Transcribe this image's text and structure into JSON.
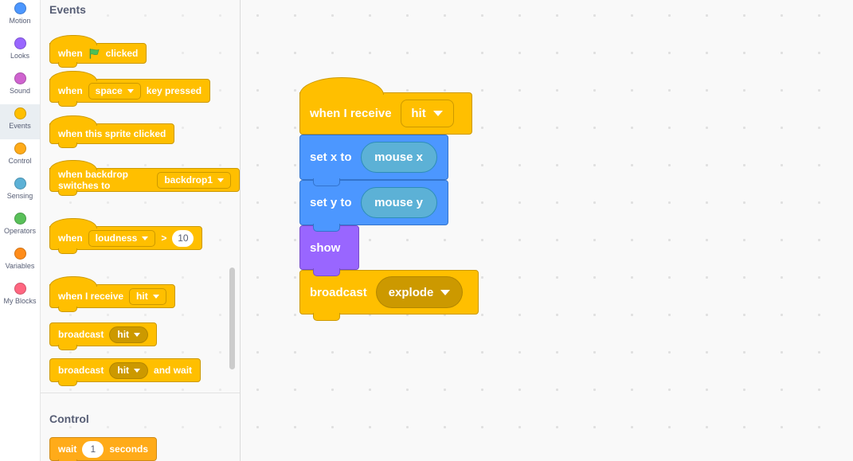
{
  "categories": [
    {
      "label": "Motion",
      "color": "#4C97FF",
      "selected": false
    },
    {
      "label": "Looks",
      "color": "#9966FF",
      "selected": false
    },
    {
      "label": "Sound",
      "color": "#CF63CF",
      "selected": false
    },
    {
      "label": "Events",
      "color": "#FFBF00",
      "selected": true
    },
    {
      "label": "Control",
      "color": "#FFAB19",
      "selected": false
    },
    {
      "label": "Sensing",
      "color": "#5CB1D6",
      "selected": false
    },
    {
      "label": "Operators",
      "color": "#59C059",
      "selected": false
    },
    {
      "label": "Variables",
      "color": "#FF8C1A",
      "selected": false
    },
    {
      "label": "My Blocks",
      "color": "#FF6680",
      "selected": false
    }
  ],
  "palette": {
    "events_header": "Events",
    "control_header": "Control",
    "when_flag": {
      "pre": "when",
      "post": "clicked"
    },
    "key_pressed": {
      "pre": "when",
      "dropdown": "space",
      "post": "key pressed"
    },
    "sprite_clicked": {
      "label": "when this sprite clicked"
    },
    "backdrop": {
      "pre": "when backdrop switches to",
      "dropdown": "backdrop1"
    },
    "loudness": {
      "pre": "when",
      "dropdown": "loudness",
      "op": ">",
      "value": "10"
    },
    "receive": {
      "pre": "when I receive",
      "dropdown": "hit"
    },
    "broadcast": {
      "pre": "broadcast",
      "dropdown": "hit"
    },
    "broadcast_wait": {
      "pre": "broadcast",
      "dropdown": "hit",
      "post": "and wait"
    },
    "wait": {
      "pre": "wait",
      "value": "1",
      "post": "seconds"
    }
  },
  "script": {
    "receive_hat": {
      "pre": "when I receive",
      "dropdown": "hit"
    },
    "set_x": {
      "pre": "set x to",
      "reporter": "mouse x"
    },
    "set_y": {
      "pre": "set y to",
      "reporter": "mouse y"
    },
    "show": {
      "label": "show"
    },
    "broadcast": {
      "pre": "broadcast",
      "dropdown": "explode"
    }
  },
  "icons": {
    "green_flag": "flag",
    "dropdown_arrow": "▾"
  },
  "colors": {
    "events": "#FFBF00",
    "events_dark": "#CC9900",
    "control": "#FFAB19",
    "control_dark": "#CF8B17",
    "motion": "#4C97FF",
    "motion_dark": "#3373CC",
    "looks": "#9966FF",
    "looks_dark": "#774DCB",
    "sensing": "#5CB1D6",
    "sensing_dark": "#2E8EB8",
    "flag_green": "#4CBF56",
    "text": "#575E75",
    "selected_category_bg": "#E9EEF2"
  }
}
